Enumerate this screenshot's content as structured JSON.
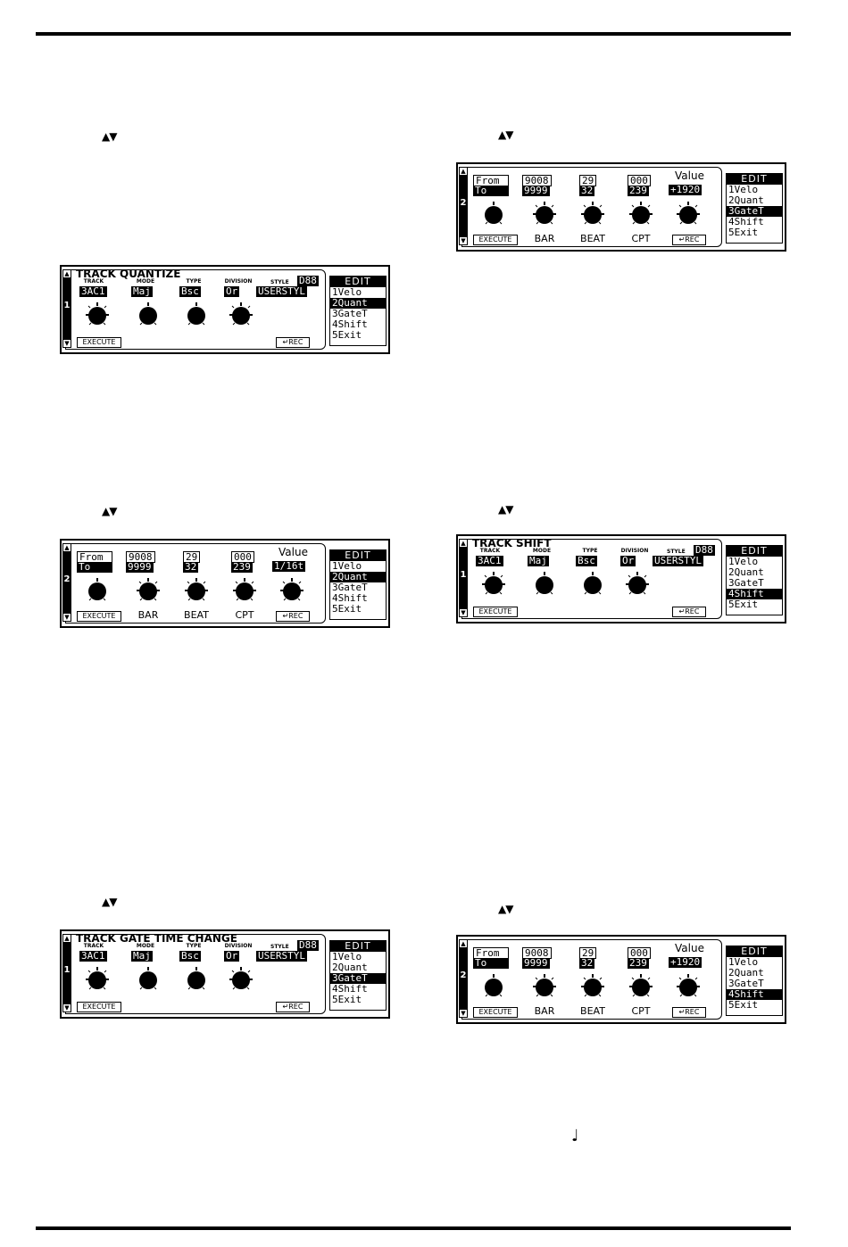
{
  "page": {
    "arrows": "▲▼",
    "note_glyph": "♩"
  },
  "menu": {
    "header": "EDIT",
    "items": [
      "1Velo",
      "2Quant",
      "3GateT",
      "4Shift",
      "5Exit"
    ]
  },
  "common": {
    "execute": "EXECUTE",
    "rec": "↵REC",
    "up": "▲",
    "down": "▼"
  },
  "trackScreen": {
    "labels": {
      "track": "TRACK",
      "mode": "MODE",
      "type": "TYPE",
      "division": "DIVISION",
      "style": "STYLE"
    },
    "values": {
      "track": "3AC1",
      "mode": "Maj",
      "type": "Bsc",
      "division": "Or",
      "styleNum": "D88",
      "styleName": "USERSTYL"
    }
  },
  "rangeScreen": {
    "from": "From",
    "to": "To",
    "bar_from": "9008",
    "bar_to": "9999",
    "beat_from": "29",
    "beat_to": "32",
    "cpt_from": "000",
    "cpt_to": "239",
    "value_label": "Value",
    "knobs": [
      "BAR",
      "BEAT",
      "CPT"
    ]
  },
  "screens": {
    "quantize1": {
      "title": "TRACK QUANTIZE",
      "page": "1",
      "selected": 1
    },
    "quantize2": {
      "page": "2",
      "value": "1/16t",
      "selected": 1
    },
    "gate1": {
      "title": "TRACK GATE TIME CHANGE",
      "page": "1",
      "selected": 2
    },
    "gate2": {
      "page": "2",
      "value": "+1920",
      "selected": 2
    },
    "shift1": {
      "title": "TRACK SHIFT",
      "page": "1",
      "selected": 3
    },
    "shift2": {
      "page": "2",
      "value": "+1920",
      "selected": 3
    }
  }
}
